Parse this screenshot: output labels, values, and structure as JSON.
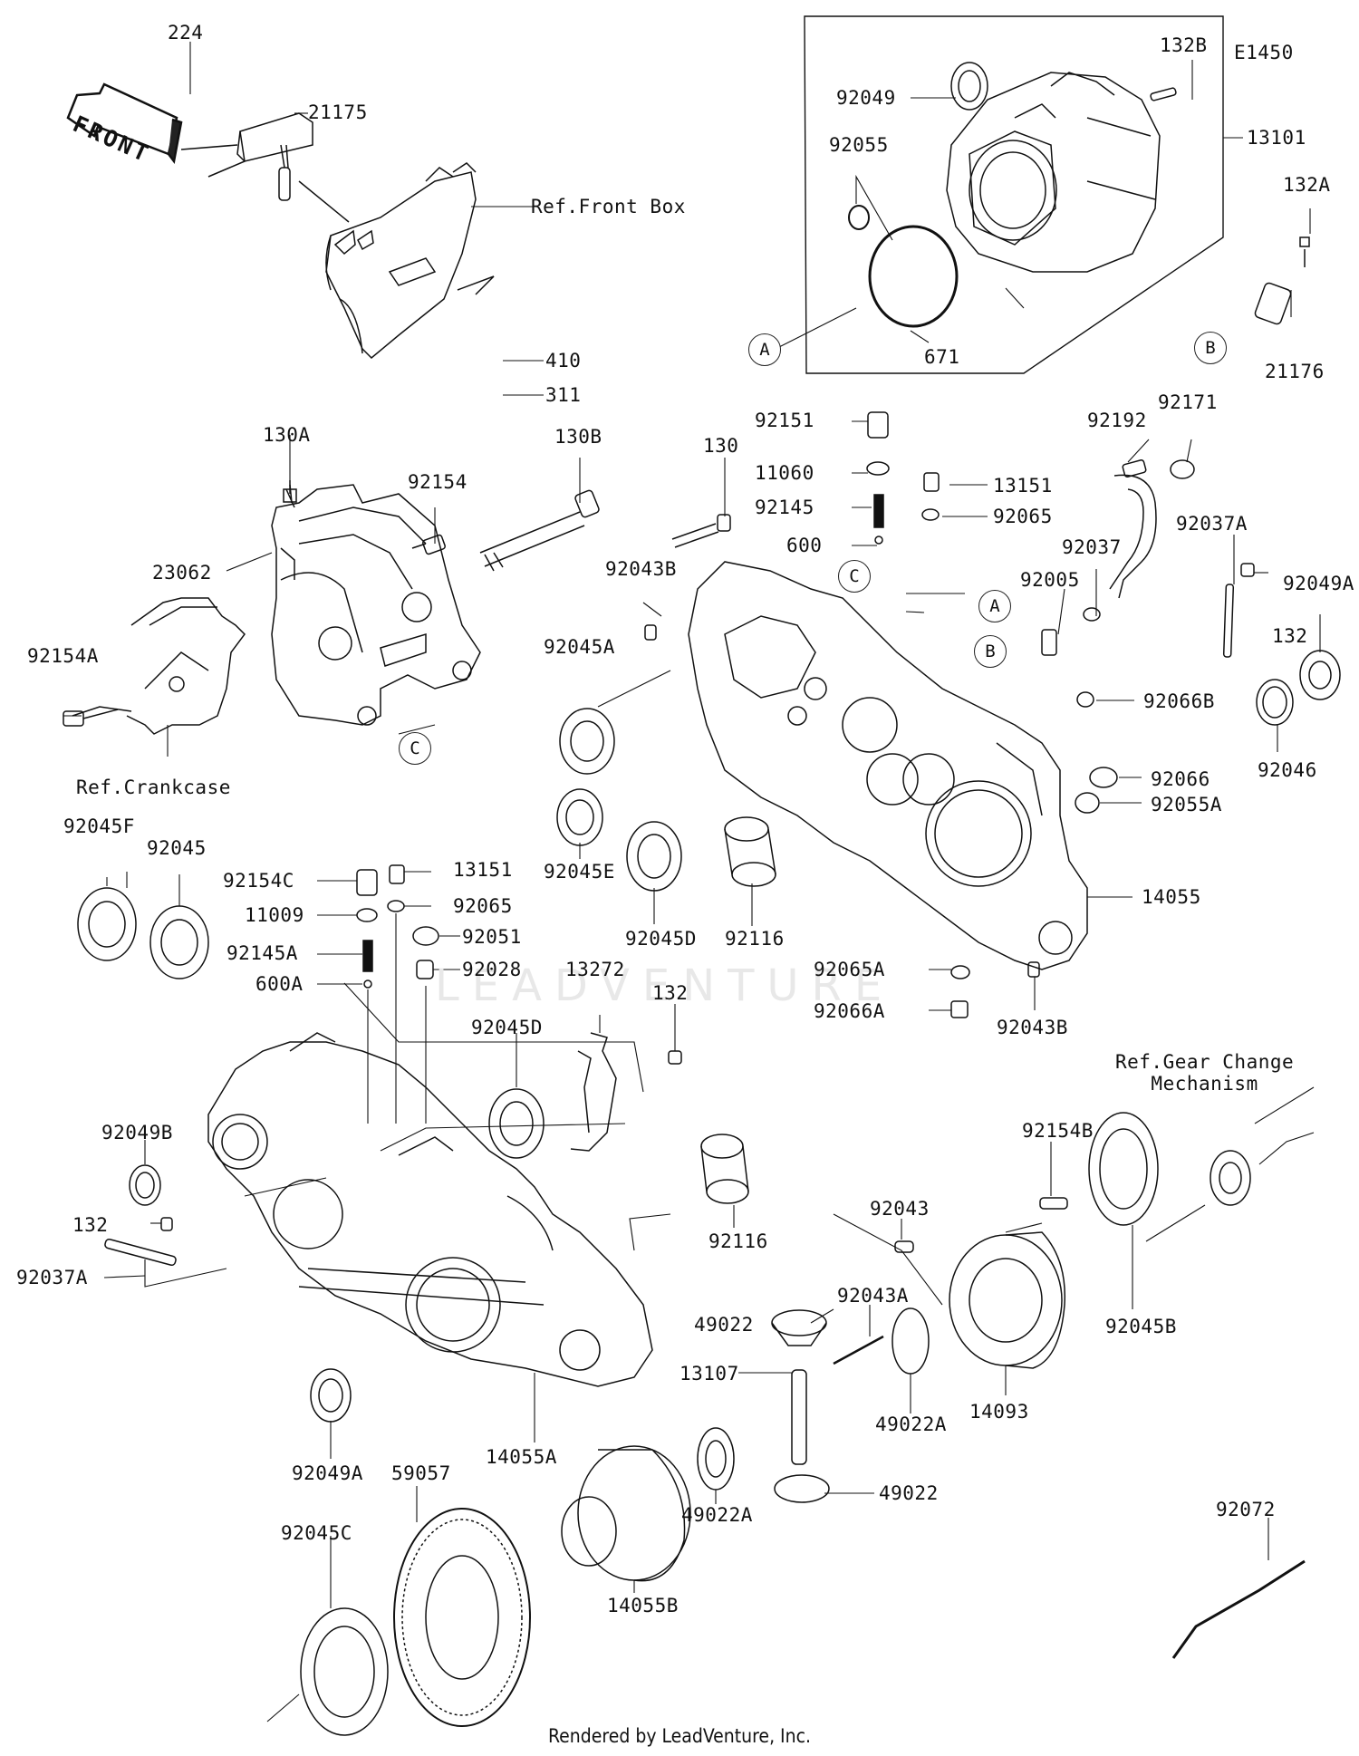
{
  "diagram_code": "E1450",
  "front_label": "FRONT",
  "refs": {
    "front_box": "Ref.Front Box",
    "crankcase": "Ref.Crankcase",
    "gear_change": "Ref.Gear Change\nMechanism"
  },
  "watermark": "LEADVENTURE",
  "footer": "Rendered by LeadVenture, Inc.",
  "callouts": {
    "A1": "A",
    "A2": "A",
    "B1": "B",
    "B2": "B",
    "C1": "C",
    "C2": "C"
  },
  "parts": {
    "p224": "224",
    "p21175": "21175",
    "p410": "410",
    "p311": "311",
    "p132B": "132B",
    "p92049": "92049",
    "p92055": "92055",
    "p13101": "13101",
    "p132A": "132A",
    "p671": "671",
    "p21176": "21176",
    "p130A": "130A",
    "p92154": "92154",
    "p130B": "130B",
    "p23062": "23062",
    "p92154A": "92154A",
    "p130": "130",
    "p92151": "92151",
    "p11060": "11060",
    "p13151a": "13151",
    "p92145": "92145",
    "p92065a": "92065",
    "p600": "600",
    "p92192": "92192",
    "p92171": "92171",
    "p92037": "92037",
    "p92037A_r": "92037A",
    "p92043B_t": "92043B",
    "p92005": "92005",
    "p92049A_r": "92049A",
    "p132_r": "132",
    "p92045A": "92045A",
    "p92066B": "92066B",
    "p92046": "92046",
    "p92066": "92066",
    "p92055A": "92055A",
    "p92045E": "92045E",
    "p92045D_t": "92045D",
    "p92116_t": "92116",
    "p14055": "14055",
    "p92065A": "92065A",
    "p92066A": "92066A",
    "p92043B_b": "92043B",
    "p92045F": "92045F",
    "p92045": "92045",
    "p92154C": "92154C",
    "p13151b": "13151",
    "p11009": "11009",
    "p92065b": "92065",
    "p92145A": "92145A",
    "p92051": "92051",
    "p600A": "600A",
    "p92028": "92028",
    "p13272": "13272",
    "p132_m": "132",
    "p92045D_m": "92045D",
    "p92049B": "92049B",
    "p132_l": "132",
    "p92037A_l": "92037A",
    "p92116_m": "92116",
    "p92154B": "92154B",
    "p92043": "92043",
    "p92045B": "92045B",
    "p92043A": "92043A",
    "p49022_t": "49022",
    "p13107": "13107",
    "p49022A_t": "49022A",
    "p14093": "14093",
    "p14055A": "14055A",
    "p92049A_l": "92049A",
    "p59057": "59057",
    "p49022_b": "49022",
    "p49022A_b": "49022A",
    "p14055B": "14055B",
    "p92045C": "92045C",
    "p92072": "92072"
  }
}
